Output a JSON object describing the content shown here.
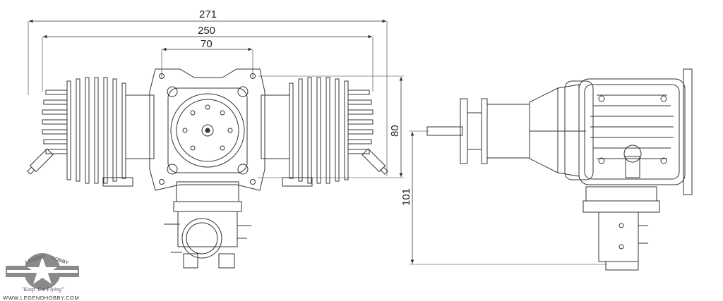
{
  "dimensions": {
    "overall_width": "271",
    "cylinder_span": "250",
    "mount_width": "70",
    "mount_height": "80",
    "crank_to_base": "101"
  },
  "logo": {
    "brand_top": "LEGEND",
    "brand_right": "HOBBY",
    "tagline": "\"Keep 'Em Flying\"",
    "website": "WWW.LEGENDHOBBY.COM"
  },
  "colors": {
    "line": "#333333",
    "logo_gray": "#8a8a8a"
  }
}
